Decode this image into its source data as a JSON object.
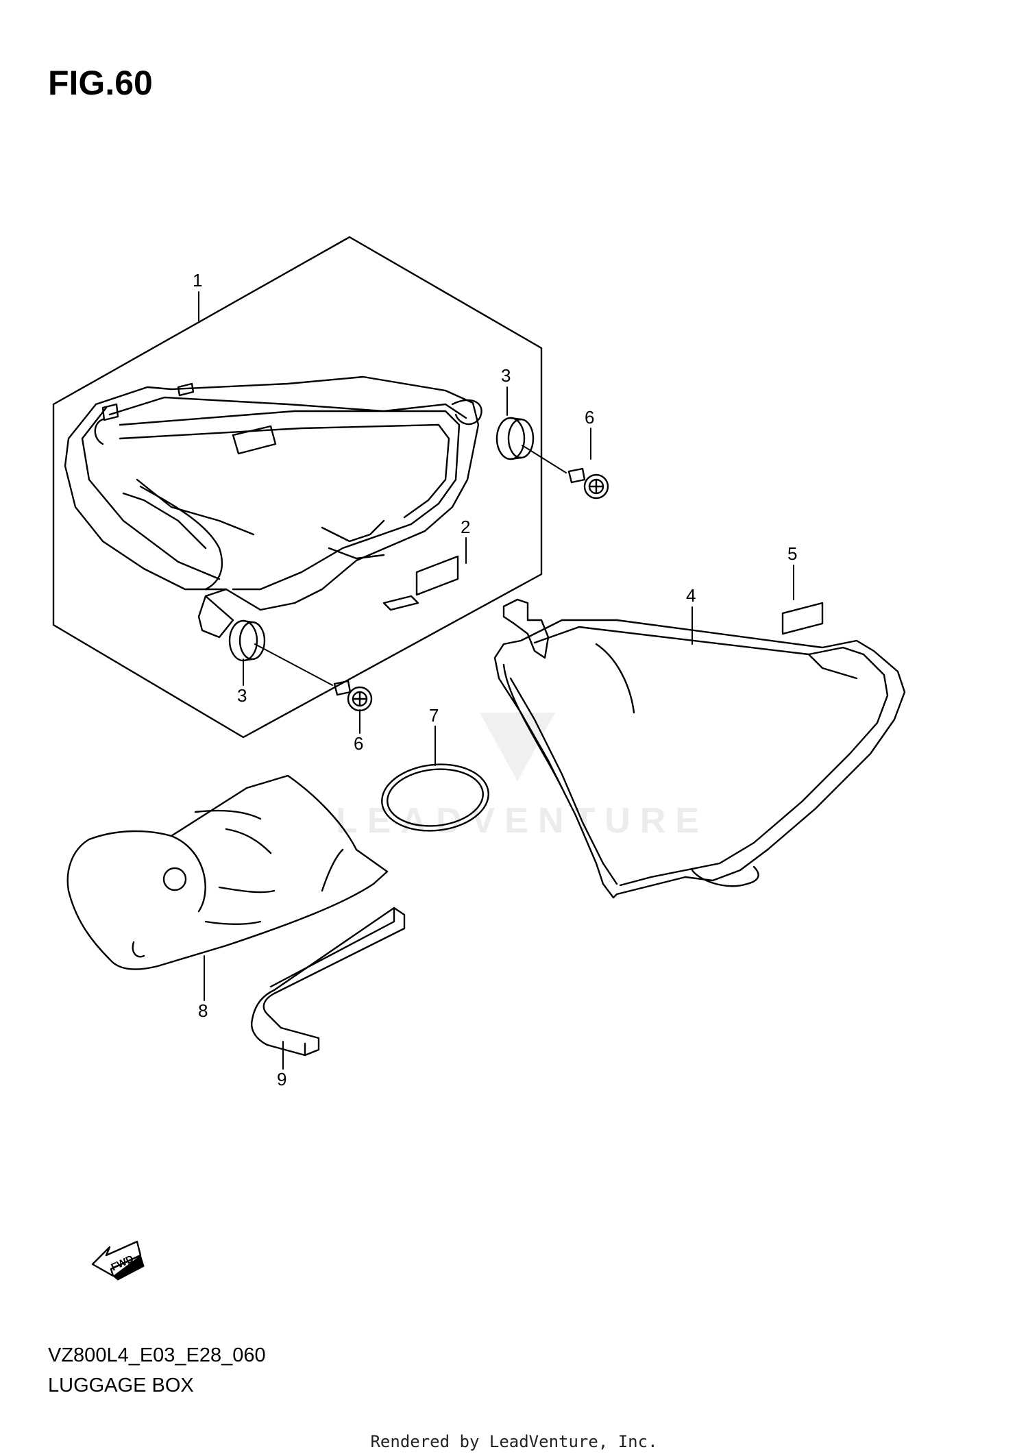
{
  "figure": {
    "title": "FIG.60",
    "code": "VZ800L4_E03_E28_060",
    "name": "LUGGAGE BOX"
  },
  "callouts": [
    "1",
    "2",
    "3",
    "3",
    "4",
    "5",
    "6",
    "6",
    "7",
    "8",
    "9"
  ],
  "fwd_label": "FWD",
  "watermark": "LEADVENTURE",
  "footer": {
    "rendered_by": "Rendered by LeadVenture, Inc."
  },
  "colors": {
    "line": "#000000",
    "watermark": "#ececec",
    "background": "#ffffff"
  }
}
